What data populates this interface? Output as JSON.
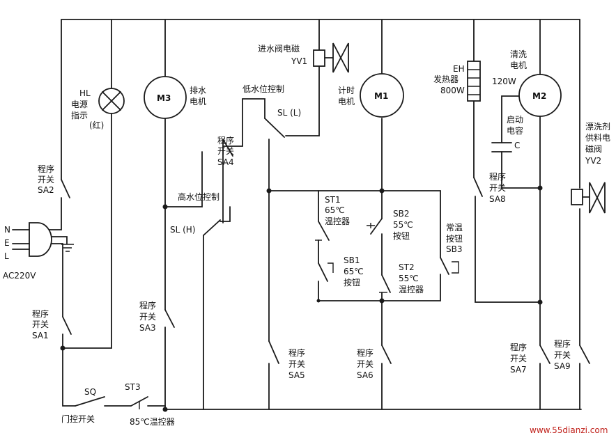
{
  "labels": {
    "hl_code": "HL",
    "hl_name1": "电源",
    "hl_name2": "指示",
    "hl_color": "(红)",
    "m3": "M3",
    "m3_name1": "排水",
    "m3_name2": "电机",
    "yv1_name": "进水阀电磁",
    "yv1_code": "YV1",
    "low_level": "低水位控制",
    "sl_l": "SL (L)",
    "m1": "M1",
    "m1_name1": "计时",
    "m1_name2": "电机",
    "eh_code": "EH",
    "eh_name": "发热器",
    "eh_power": "800W",
    "m2": "M2",
    "m2_name1": "清洗",
    "m2_name2": "电机",
    "m2_power": "120W",
    "cap_name1": "启动",
    "cap_name2": "电容",
    "cap_code": "C",
    "yv2_name1": "漂洗剂",
    "yv2_name2": "供料电",
    "yv2_name3": "磁阀",
    "yv2_code": "YV2",
    "prog1": "程序",
    "prog2": "开关",
    "sa1": "SA1",
    "sa2": "SA2",
    "sa3": "SA3",
    "sa4": "SA4",
    "sa5": "SA5",
    "sa6": "SA6",
    "sa7": "SA7",
    "sa8": "SA8",
    "sa9": "SA9",
    "high_level": "高水位控制",
    "sl_h": "SL (H)",
    "st1_code": "ST1",
    "st1_temp": "65℃",
    "st1_name": "温控器",
    "sb2_code": "SB2",
    "sb2_temp": "55℃",
    "sb2_name": "按钮",
    "sb1_code": "SB1",
    "sb1_temp": "65℃",
    "sb1_name": "按钮",
    "st2_code": "ST2",
    "st2_temp": "55℃",
    "st2_name": "温控器",
    "sb3_name1": "常温",
    "sb3_name2": "按钮",
    "sb3_code": "SB3",
    "plug_n": "N",
    "plug_e": "E",
    "plug_l": "L",
    "ac": "AC220V",
    "sq": "SQ",
    "door": "门控开关",
    "st3": "ST3",
    "st3_desc": "85℃温控器",
    "watermark": "www.55dianzi.com"
  }
}
